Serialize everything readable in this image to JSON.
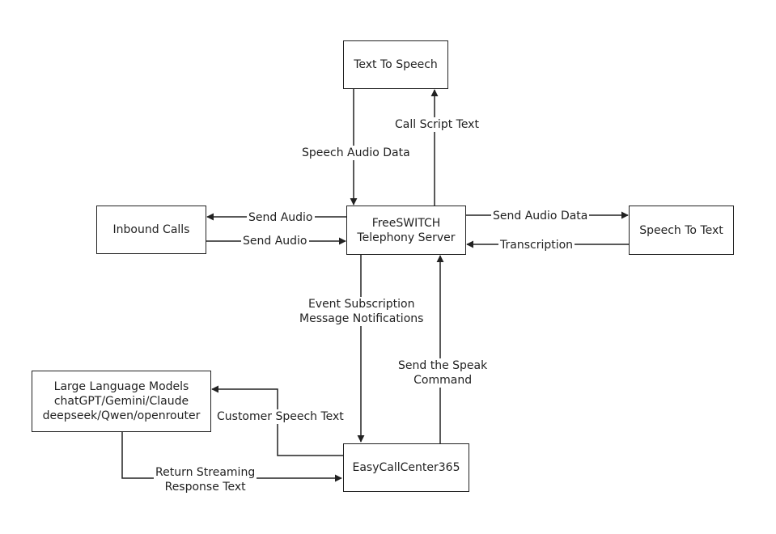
{
  "colors": {
    "stroke": "#222222",
    "background": "#ffffff"
  },
  "nodes": {
    "tts": {
      "lines": [
        "Text To Speech"
      ]
    },
    "inbound": {
      "lines": [
        "Inbound Calls"
      ]
    },
    "freeswitch": {
      "lines": [
        "FreeSWITCH",
        "Telephony Server"
      ]
    },
    "stt": {
      "lines": [
        "Speech To Text"
      ]
    },
    "llm": {
      "lines": [
        "Large Language Models",
        "chatGPT/Gemini/Claude",
        "deepseek/Qwen/openrouter"
      ]
    },
    "ecc": {
      "lines": [
        "EasyCallCenter365"
      ]
    }
  },
  "edges": {
    "speech_audio": {
      "lines": [
        "Speech Audio Data"
      ]
    },
    "call_script": {
      "lines": [
        "Call Script Text"
      ]
    },
    "send_audio_out": {
      "lines": [
        "Send Audio"
      ]
    },
    "send_audio_in": {
      "lines": [
        "Send Audio"
      ]
    },
    "send_audio_data": {
      "lines": [
        "Send Audio Data"
      ]
    },
    "transcription": {
      "lines": [
        "Transcription"
      ]
    },
    "event_sub": {
      "lines": [
        "Event Subscription",
        "Message Notifications"
      ]
    },
    "speak_cmd": {
      "lines": [
        "Send the Speak",
        "Command"
      ]
    },
    "customer_speech": {
      "lines": [
        "Customer Speech Text"
      ]
    },
    "return_stream": {
      "lines": [
        "Return Streaming",
        "Response Text"
      ]
    }
  }
}
